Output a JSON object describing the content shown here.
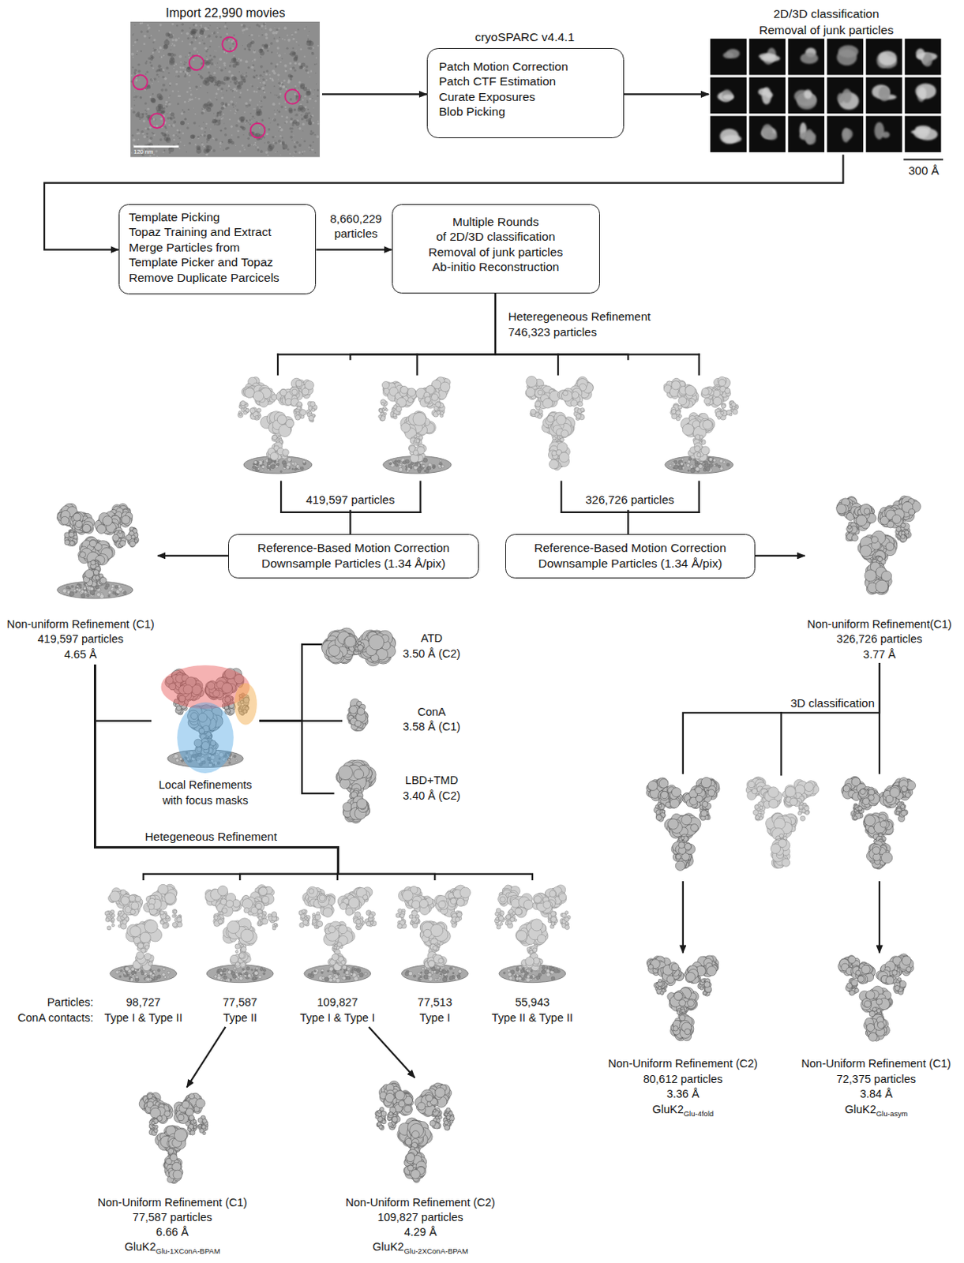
{
  "diagram": {
    "nodes": [
      {
        "text": [
          "Import 22,990 movies"
        ]
      },
      {
        "text": [
          "cryoSPARC v4.4.1",
          "Patch Motion Correction",
          "Patch CTF Estimation",
          "Curate Exposures",
          "Blob Picking"
        ]
      },
      {
        "text": [
          "2D/3D classification",
          "Removal of junk particles"
        ]
      },
      {
        "text": [
          "Template Picking",
          "Topaz Training and Extract",
          "Merge Particles from",
          "Template Picker and Topaz",
          "Remove Duplicate Parcicels"
        ]
      },
      {
        "text": [
          "Multiple Rounds",
          "of 2D/3D classification",
          "Removal of junk particles",
          "Ab-initio Reconstruction"
        ]
      },
      {
        "text": [
          "Reference-Based Motion Correction",
          "Downsample Particles (1.34 Å/pix)"
        ]
      },
      {
        "text": [
          "Reference-Based Motion Correction",
          "Downsample Particles (1.34 Å/pix)"
        ]
      },
      {
        "text": [
          "Non-uniform Refinement (C1)",
          "419,597 particles",
          "4.65 Å"
        ]
      },
      {
        "text": [
          "Non-uniform Refinement(C1)",
          "326,726 particles",
          "3.77 Å"
        ]
      },
      {
        "text": [
          "Local Refinements",
          "with focus masks"
        ]
      },
      {
        "text": [
          "ATD",
          "3.50 Å (C2)"
        ]
      },
      {
        "text": [
          "ConA",
          "3.58 Å (C1)"
        ]
      },
      {
        "text": [
          "LBD+TMD",
          "3.40 Å (C2)"
        ]
      },
      {
        "text": [
          "98,727",
          "Type I & Type II"
        ]
      },
      {
        "text": [
          "77,587",
          "Type II"
        ]
      },
      {
        "text": [
          "109,827",
          "Type I & Type I"
        ]
      },
      {
        "text": [
          "77,513",
          "Type I"
        ]
      },
      {
        "text": [
          "55,943",
          "Type II & Type II"
        ]
      },
      {
        "text": [
          "Non-Uniform Refinement (C1)",
          "77,587 particles",
          "6.66 Å",
          "GluK2",
          "Glu-1XConA-BPAM"
        ]
      },
      {
        "text": [
          "Non-Uniform Refinement (C2)",
          "109,827 particles",
          "4.29 Å",
          "GluK2",
          "Glu-2XConA-BPAM"
        ]
      },
      {
        "text": [
          "Non-Uniform Refinement (C2)",
          "80,612 particles",
          "3.36 Å",
          "GluK2",
          "Glu-4fold"
        ]
      },
      {
        "text": [
          "Non-Uniform Refinement (C1)",
          "72,375 particles",
          "3.84 Å",
          "GluK2",
          "Glu-asym"
        ]
      }
    ],
    "edges": [
      {
        "from": 0,
        "to": 1,
        "arrow": "to"
      },
      {
        "from": 1,
        "to": 2,
        "arrow": "to"
      },
      {
        "from": 2,
        "to": 3,
        "arrow": "to"
      },
      {
        "from": 3,
        "to": 4,
        "label": "8,660,229 particles",
        "arrow": "to"
      },
      {
        "from": 4,
        "to": 5,
        "label": "419,597 particles",
        "arrow": "none"
      },
      {
        "from": 4,
        "to": 6,
        "label": "326,726 particles",
        "arrow": "none"
      },
      {
        "from": 5,
        "to": 7,
        "arrow": "to"
      },
      {
        "from": 6,
        "to": 8,
        "arrow": "to"
      },
      {
        "from": 7,
        "to": 9,
        "arrow": "none"
      },
      {
        "from": 9,
        "to": 10,
        "arrow": "none"
      },
      {
        "from": 9,
        "to": 11,
        "arrow": "none"
      },
      {
        "from": 9,
        "to": 12,
        "arrow": "none"
      },
      {
        "from": 7,
        "to": 13,
        "arrow": "none"
      },
      {
        "from": 7,
        "to": 14,
        "arrow": "none"
      },
      {
        "from": 7,
        "to": 15,
        "arrow": "none"
      },
      {
        "from": 7,
        "to": 16,
        "arrow": "none"
      },
      {
        "from": 7,
        "to": 17,
        "arrow": "none"
      },
      {
        "from": 14,
        "to": 18,
        "arrow": "to"
      },
      {
        "from": 15,
        "to": 19,
        "arrow": "to"
      },
      {
        "from": 8,
        "to": 20,
        "arrow": "to"
      },
      {
        "from": 8,
        "to": 21,
        "arrow": "to"
      }
    ],
    "labels": [
      "120 nm",
      "300 Å",
      "Heteregeneous Refinement",
      "746,323 particles",
      "3D classification",
      "Hetegeneous Refinement",
      "Particles:",
      "ConA contacts:"
    ]
  }
}
